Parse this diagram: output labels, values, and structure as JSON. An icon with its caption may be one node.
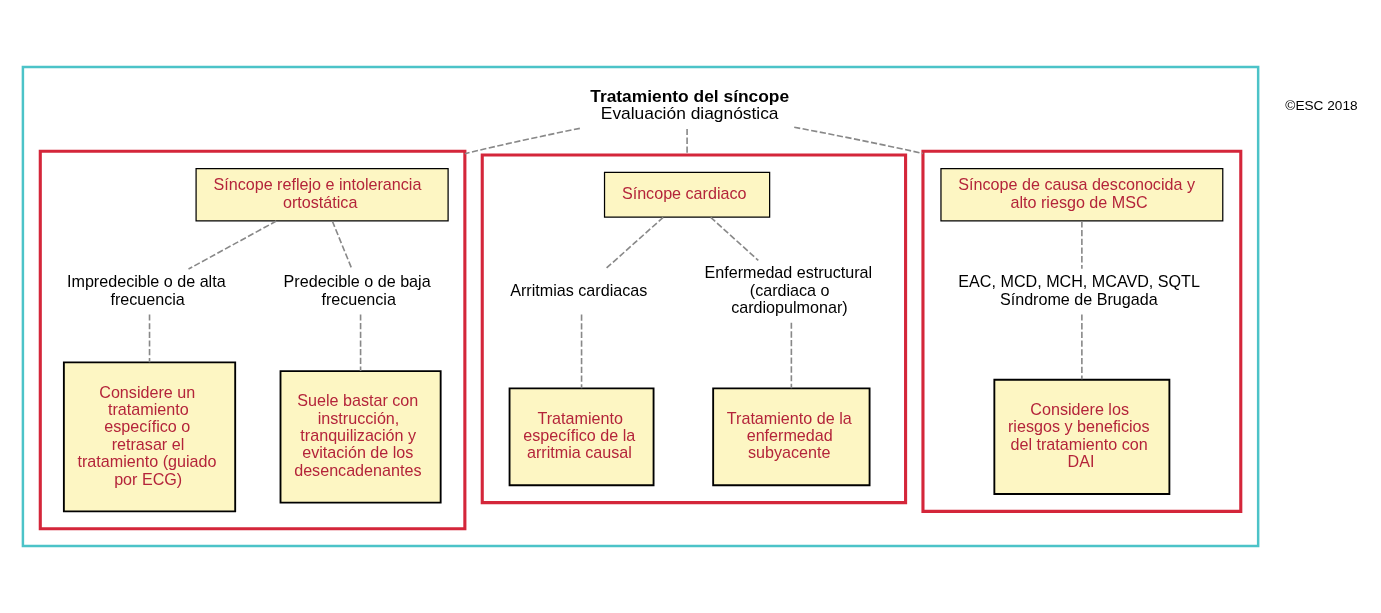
{
  "diagram": {
    "nodes": [
      {
        "text": [],
        "shape": "box"
      },
      {
        "text": [
          "Tratamiento del síncope",
          "Evaluación diagnóstica"
        ],
        "in": 0
      },
      {
        "text": [],
        "shape": "box",
        "in": 0
      },
      {
        "text": [
          "Síncope reflejo e intolerancia ortostática"
        ],
        "in": 2
      },
      {
        "text": [
          "Impredecible o de alta frecuencia"
        ],
        "in": 2
      },
      {
        "text": [
          "Predecible o de baja frecuencia"
        ],
        "in": 2
      },
      {
        "text": [
          "Considere un tratamiento específico o retrasar el tratamiento (guiado por ECG)"
        ],
        "in": 2
      },
      {
        "text": [
          "Suele bastar con instrucción, tranquilización y evitación de los desencadenantes"
        ],
        "in": 2
      },
      {
        "text": [],
        "shape": "box",
        "in": 0
      },
      {
        "text": [
          "Síncope cardiaco"
        ],
        "in": 8
      },
      {
        "text": [
          "Arritmias cardiacas"
        ],
        "in": 8
      },
      {
        "text": [
          "Enfermedad estructural (cardiaca o cardiopulmonar)"
        ],
        "in": 8
      },
      {
        "text": [
          "Tratamiento específico de la arritmia causal"
        ],
        "in": 8
      },
      {
        "text": [
          "Tratamiento de la enfermedad subyacente"
        ],
        "in": 8
      },
      {
        "text": [],
        "shape": "box",
        "in": 0
      },
      {
        "text": [
          "Síncope de causa desconocida y alto riesgo de MSC"
        ],
        "in": 14
      },
      {
        "text": [
          "EAC, MCD, MCH, MCAVD, SQTL Síndrome de Brugada"
        ],
        "in": 14
      },
      {
        "text": [
          "Considere los riesgos y beneficios del tratamiento con DAI"
        ],
        "in": 14
      }
    ],
    "edges": [
      {
        "from": 1,
        "to": 2,
        "arrow": "none",
        "style": "dashed"
      },
      {
        "from": 1,
        "to": 8,
        "arrow": "none",
        "style": "dashed"
      },
      {
        "from": 1,
        "to": 14,
        "arrow": "none",
        "style": "dashed"
      },
      {
        "from": 3,
        "to": 4,
        "arrow": "none",
        "style": "dashed"
      },
      {
        "from": 3,
        "to": 5,
        "arrow": "none",
        "style": "dashed"
      },
      {
        "from": 4,
        "to": 6,
        "arrow": "none",
        "style": "dashed"
      },
      {
        "from": 5,
        "to": 7,
        "arrow": "none",
        "style": "dashed"
      },
      {
        "from": 9,
        "to": 10,
        "arrow": "none",
        "style": "dashed"
      },
      {
        "from": 9,
        "to": 11,
        "arrow": "none",
        "style": "dashed"
      },
      {
        "from": 10,
        "to": 12,
        "arrow": "none",
        "style": "dashed"
      },
      {
        "from": 11,
        "to": 13,
        "arrow": "none",
        "style": "dashed"
      },
      {
        "from": 15,
        "to": 16,
        "arrow": "none",
        "style": "dashed"
      },
      {
        "from": 16,
        "to": 17,
        "arrow": "none",
        "style": "dashed"
      }
    ],
    "labels": [
      "©ESC 2018"
    ]
  }
}
